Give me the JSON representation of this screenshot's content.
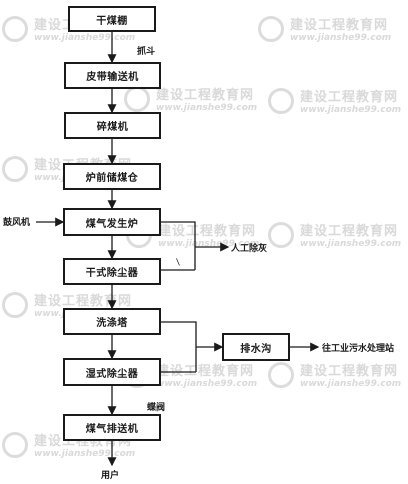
{
  "diagram": {
    "nodes": {
      "dry_coal_bin": "干煤棚",
      "belt_conveyor": "皮带输送机",
      "coal_crusher": "碎煤机",
      "furnace_front_hopper": "炉前储煤仓",
      "gas_generator": "煤气发生炉",
      "dry_dust_collector": "干式除尘器",
      "scrubber_tower": "洗涤塔",
      "wet_dust_collector": "湿式除尘器",
      "gas_conveyor": "煤气排送机",
      "drain_ditch": "排水沟"
    },
    "labels": {
      "grab_bucket": "抓斗",
      "blower": "鼓风机",
      "manual_ash_removal": "人工除灰",
      "to_wastewater_plant": "往工业污水处理站",
      "butterfly_valve": "蝶阀",
      "user": "用户"
    }
  },
  "watermark": {
    "text_cn": "建设工程教育网",
    "text_url": "www.jianshe99.com"
  },
  "colors": {
    "line": "#1a1a1a",
    "watermark": "#d9d9d9"
  }
}
